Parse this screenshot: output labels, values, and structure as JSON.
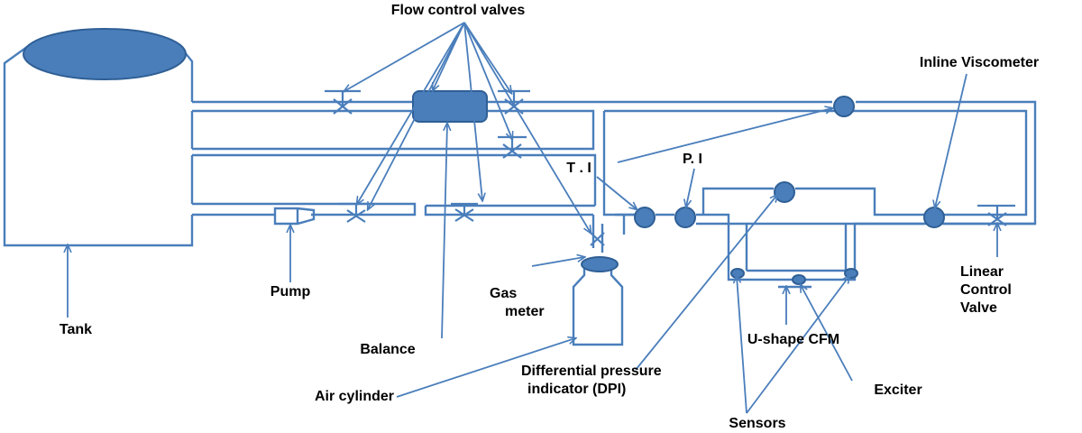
{
  "labels": {
    "flow_control_valves": "Flow control valves",
    "inline_viscometer": "Inline Viscometer",
    "ti": "T . I",
    "pi": "P. I",
    "linear_control_valve": [
      "Linear",
      "Control",
      "Valve"
    ],
    "pump": "Pump",
    "tank": "Tank",
    "gas_meter": [
      "Gas",
      "meter"
    ],
    "balance": "Balance",
    "u_shape_cfm": "U-shape CFM",
    "dpi": [
      "Differential pressure",
      "indicator (DPI)"
    ],
    "air_cylinder": "Air cylinder",
    "exciter": "Exciter",
    "sensors": "Sensors"
  },
  "colors": {
    "pipe": "#4a7ebb",
    "component_fill": "#4a7ebb",
    "component_stroke": "#2f5f95",
    "text": "#000000"
  }
}
